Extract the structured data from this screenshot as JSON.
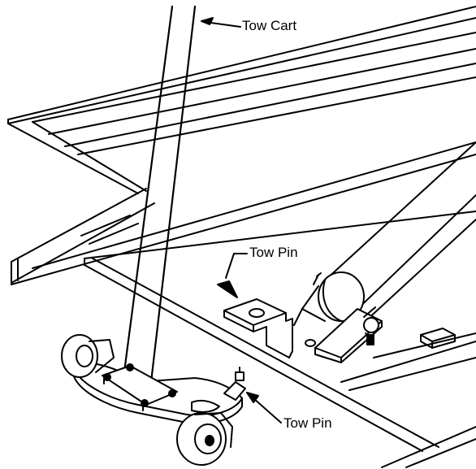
{
  "callouts": {
    "tow_cart": "Tow Cart",
    "tow_pin_top": "Tow Pin",
    "tow_pin_bottom": "Tow Pin"
  },
  "colors": {
    "ink": "#000000",
    "paper": "#ffffff",
    "shade": "#d9d9d9"
  }
}
